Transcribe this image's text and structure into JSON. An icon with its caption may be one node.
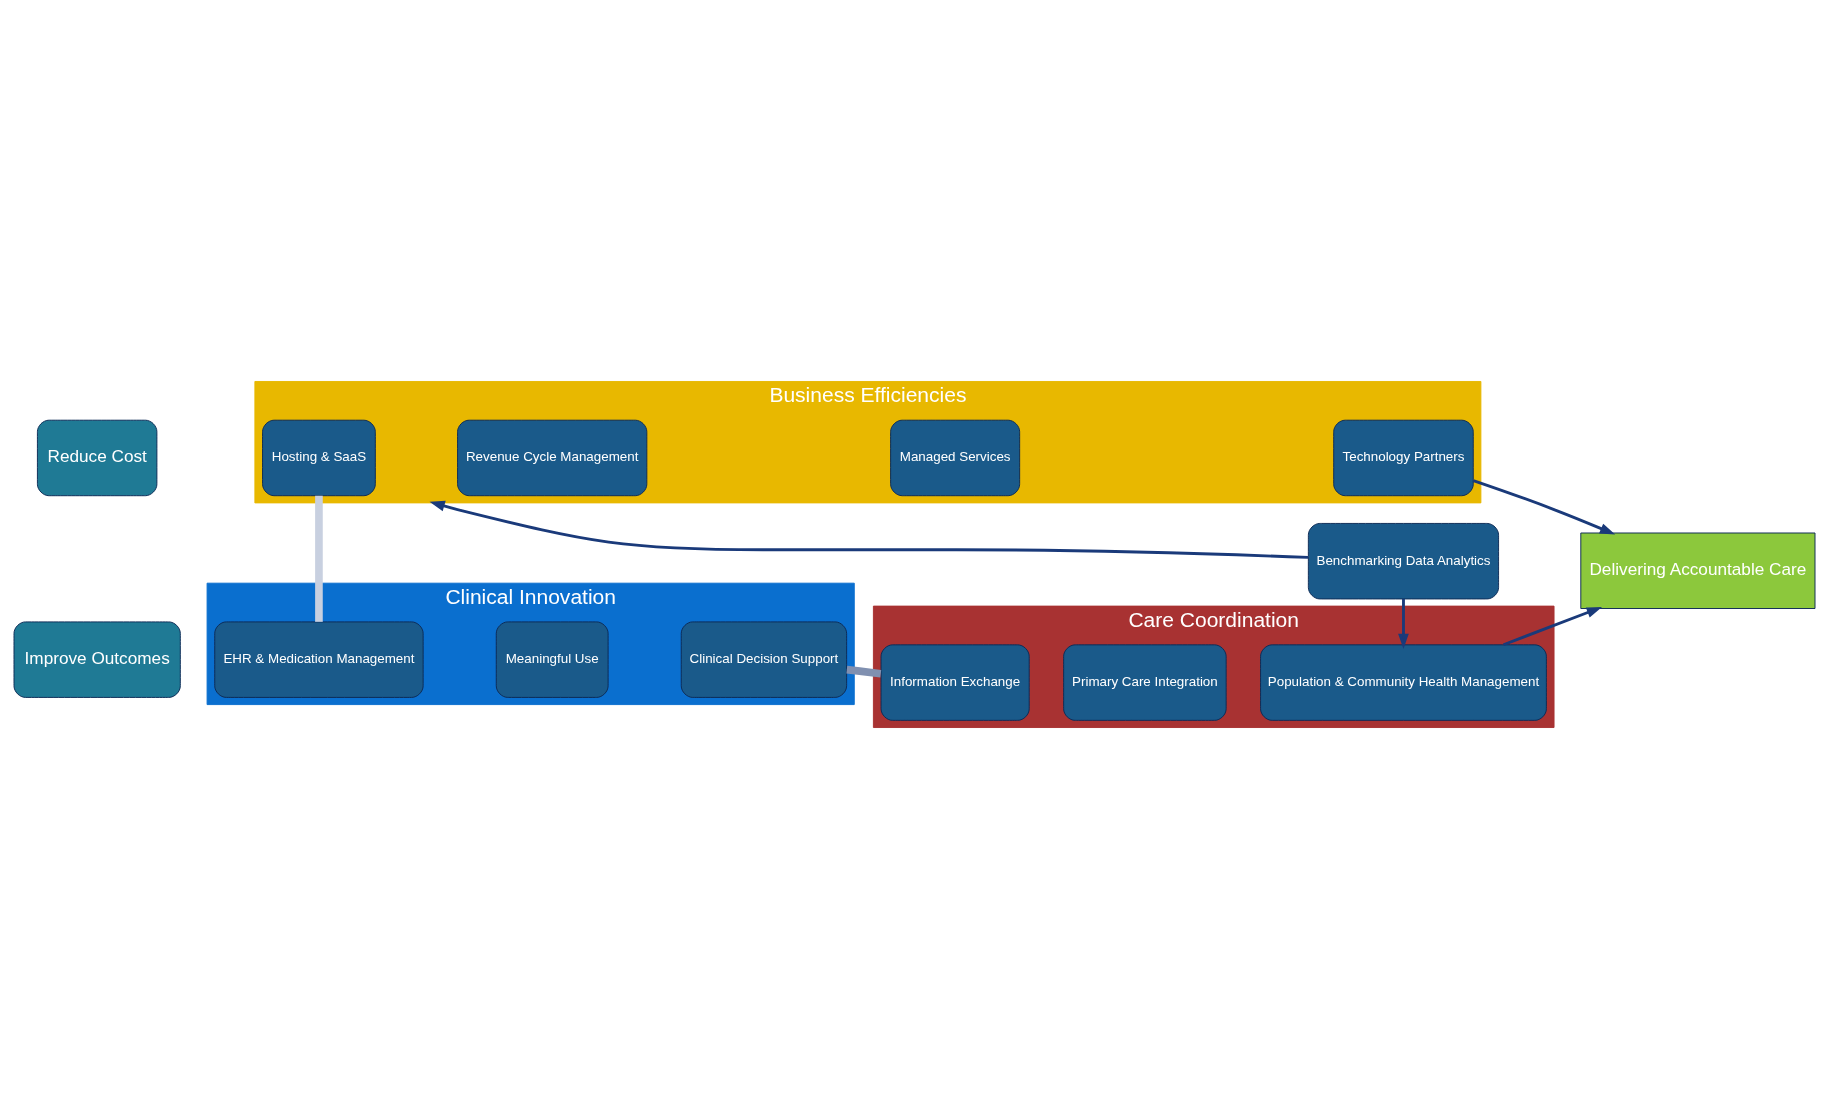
{
  "diagram": {
    "nodes": [
      {
        "text": [
          "Clinical Innovation"
        ]
      },
      {
        "text": [
          "EHR & Medication Management"
        ],
        "in": 0
      },
      {
        "text": [
          "Meaningful Use"
        ],
        "in": 0
      },
      {
        "text": [
          "Clinical Decision Support"
        ],
        "in": 0
      },
      {
        "text": [
          "Care Coordination"
        ]
      },
      {
        "text": [
          "Information Exchange"
        ],
        "in": 4
      },
      {
        "text": [
          "Primary Care Integration"
        ],
        "in": 4
      },
      {
        "text": [
          "Population & Community Health Management"
        ],
        "in": 4
      },
      {
        "text": [
          "Benchmarking Data Analytics"
        ]
      },
      {
        "text": [
          "Business Efficiencies"
        ]
      },
      {
        "text": [
          "Hosting & SaaS"
        ],
        "in": 9
      },
      {
        "text": [
          "Revenue Cycle Management"
        ],
        "in": 9
      },
      {
        "text": [
          "Managed Services"
        ],
        "in": 9
      },
      {
        "text": [
          "Technology Partners"
        ],
        "in": 9
      },
      {
        "text": [
          "Improve Outcomes"
        ]
      },
      {
        "text": [
          "Reduce Cost"
        ]
      },
      {
        "text": [
          "Delivering Accountable Care"
        ]
      }
    ],
    "edges": [
      {
        "from": 1,
        "to": 10,
        "arrow": "none",
        "style": "thick",
        "color": "#c8d0e0"
      },
      {
        "from": 3,
        "to": 5,
        "arrow": "none",
        "style": "thick",
        "color": "#8090b0"
      },
      {
        "from": 7,
        "to": 16,
        "arrow": "to"
      },
      {
        "from": 8,
        "to": 7,
        "arrow": "to"
      },
      {
        "from": 8,
        "to": 9,
        "arrow": "to"
      },
      {
        "from": 13,
        "to": 16,
        "arrow": "to"
      }
    ]
  }
}
